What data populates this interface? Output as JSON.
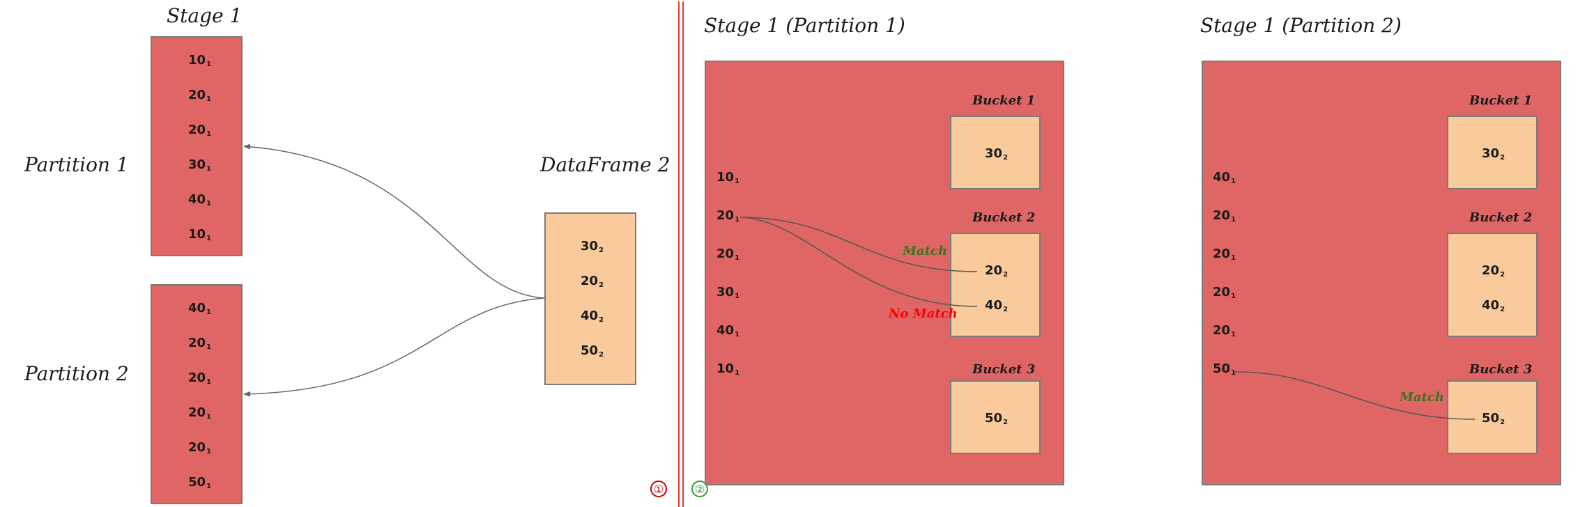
{
  "left": {
    "stage_title": "Stage 1",
    "partition1_label": "Partition 1",
    "partition2_label": "Partition 2",
    "partition1_values": [
      {
        "v": "10",
        "s": "1"
      },
      {
        "v": "20",
        "s": "1"
      },
      {
        "v": "20",
        "s": "1"
      },
      {
        "v": "30",
        "s": "1"
      },
      {
        "v": "40",
        "s": "1"
      },
      {
        "v": "10",
        "s": "1"
      }
    ],
    "partition2_values": [
      {
        "v": "40",
        "s": "1"
      },
      {
        "v": "20",
        "s": "1"
      },
      {
        "v": "20",
        "s": "1"
      },
      {
        "v": "20",
        "s": "1"
      },
      {
        "v": "20",
        "s": "1"
      },
      {
        "v": "50",
        "s": "1"
      }
    ],
    "dataframe2_label": "DataFrame 2",
    "dataframe2_values": [
      {
        "v": "30",
        "s": "2"
      },
      {
        "v": "20",
        "s": "2"
      },
      {
        "v": "40",
        "s": "2"
      },
      {
        "v": "50",
        "s": "2"
      }
    ]
  },
  "markers": {
    "one": "①",
    "two": "②",
    "one_color": "#cc0000",
    "two_color": "#2e9e3e"
  },
  "panel1": {
    "title": "Stage 1 (Partition 1)",
    "rows": [
      {
        "v": "10",
        "s": "1"
      },
      {
        "v": "20",
        "s": "1"
      },
      {
        "v": "20",
        "s": "1"
      },
      {
        "v": "30",
        "s": "1"
      },
      {
        "v": "40",
        "s": "1"
      },
      {
        "v": "10",
        "s": "1"
      }
    ],
    "bucket1": {
      "label": "Bucket 1",
      "values": [
        {
          "v": "30",
          "s": "2"
        }
      ]
    },
    "bucket2": {
      "label": "Bucket 2",
      "values": [
        {
          "v": "20",
          "s": "2"
        },
        {
          "v": "40",
          "s": "2"
        }
      ]
    },
    "bucket3": {
      "label": "Bucket 3",
      "values": [
        {
          "v": "50",
          "s": "2"
        }
      ]
    },
    "match_label": "Match",
    "no_match_label": "No Match"
  },
  "panel2": {
    "title": "Stage 1 (Partition 2)",
    "rows": [
      {
        "v": "40",
        "s": "1"
      },
      {
        "v": "20",
        "s": "1"
      },
      {
        "v": "20",
        "s": "1"
      },
      {
        "v": "20",
        "s": "1"
      },
      {
        "v": "20",
        "s": "1"
      },
      {
        "v": "50",
        "s": "1"
      }
    ],
    "bucket1": {
      "label": "Bucket 1",
      "values": [
        {
          "v": "30",
          "s": "2"
        }
      ]
    },
    "bucket2": {
      "label": "Bucket 2",
      "values": [
        {
          "v": "20",
          "s": "2"
        },
        {
          "v": "40",
          "s": "2"
        }
      ]
    },
    "bucket3": {
      "label": "Bucket 3",
      "values": [
        {
          "v": "50",
          "s": "2"
        }
      ]
    },
    "match_label": "Match"
  },
  "colors": {
    "red_box": "#e06666",
    "peach_box": "#f9cb9c",
    "match": "#38761d",
    "no_match": "#ff0000",
    "divider": "#e53935",
    "connector": "#666666"
  }
}
